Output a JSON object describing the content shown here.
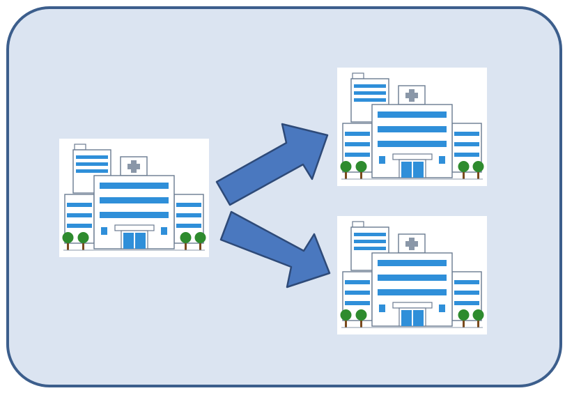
{
  "diagram": {
    "nodes": [
      {
        "id": "source",
        "icon": "hospital-icon",
        "role": "origin"
      },
      {
        "id": "target-top",
        "icon": "hospital-icon",
        "role": "destination"
      },
      {
        "id": "target-bottom",
        "icon": "hospital-icon",
        "role": "destination"
      }
    ],
    "edges": [
      {
        "from": "source",
        "to": "target-top",
        "icon": "arrow-icon"
      },
      {
        "from": "source",
        "to": "target-bottom",
        "icon": "arrow-icon"
      }
    ]
  },
  "colors": {
    "panel_background": "#dbe4f1",
    "panel_border": "#3c5e8c",
    "arrow_fill": "#4a78bf",
    "arrow_stroke": "#2e4a78",
    "window_blue": "#2f8fd9",
    "tree_green": "#2e8b2e",
    "trunk_brown": "#7a4a1e"
  }
}
